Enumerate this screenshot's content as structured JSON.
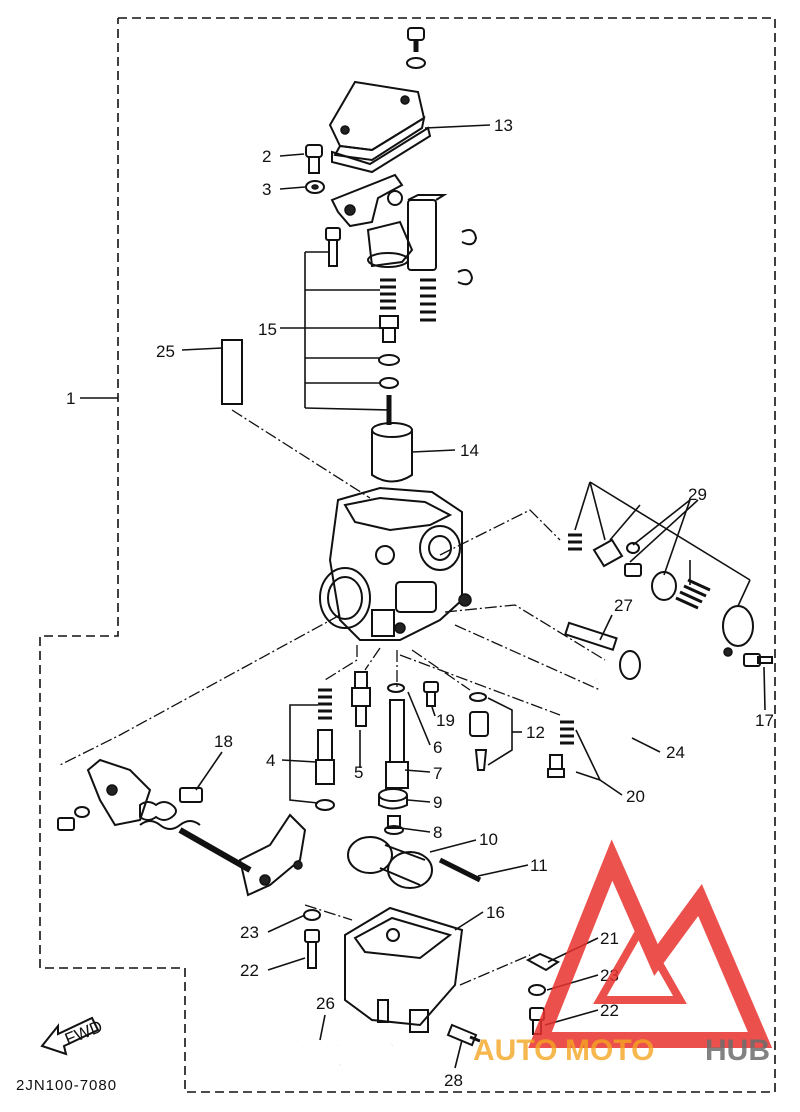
{
  "diagram": {
    "code": "2JN100-7080",
    "fwd": "FWD",
    "watermark": {
      "left": "AUTO",
      "mid": "MOTO",
      "right": "HUB",
      "color_red": "#e8322e",
      "color_orange": "#f5a623",
      "color_gray": "#6d6d6d"
    },
    "labels": {
      "l1": "1",
      "l2": "2",
      "l3": "3",
      "l4": "4",
      "l5": "5",
      "l6": "6",
      "l7": "7",
      "l8": "8",
      "l9": "9",
      "l10": "10",
      "l11": "11",
      "l12": "12",
      "l13": "13",
      "l14": "14",
      "l15": "15",
      "l16": "16",
      "l17": "17",
      "l18": "18",
      "l19": "19",
      "l20": "20",
      "l21": "21",
      "l22a": "22",
      "l22b": "22",
      "l23a": "23",
      "l23b": "23",
      "l24": "24",
      "l25": "25",
      "l26": "26",
      "l27": "27",
      "l28": "28",
      "l29": "29"
    }
  }
}
